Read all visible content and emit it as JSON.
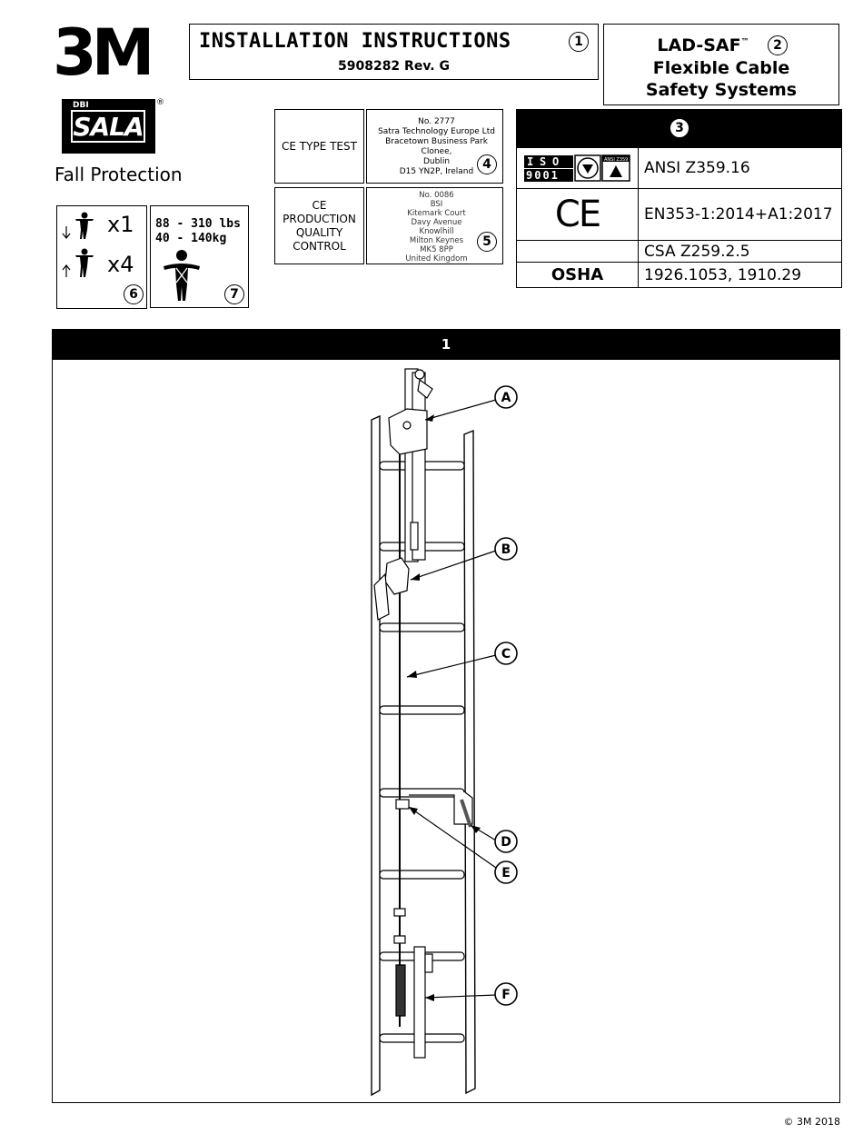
{
  "brand": {
    "logo": "3M",
    "sub_brand_small": "DBI",
    "sub_brand": "SALA",
    "registered_mark": "®",
    "tagline": "Fall Protection"
  },
  "title_box": {
    "title": "INSTALLATION INSTRUCTIONS",
    "number": "1",
    "doc_number": "5908282 Rev. G"
  },
  "product_box": {
    "line1": "LAD-SAF",
    "trademark": "™",
    "number": "2",
    "line2": "Flexible Cable",
    "line3": "Safety Systems"
  },
  "ce_type_test": {
    "label": "CE TYPE TEST",
    "address": [
      "No. 2777",
      "Satra Technology Europe Ltd",
      "Bracetown Business Park",
      "Clonee,",
      "Dublin",
      "D15 YN2P, Ireland"
    ],
    "number": "4"
  },
  "ce_production": {
    "label": [
      "CE",
      "PRODUCTION",
      "QUALITY",
      "CONTROL"
    ],
    "address": [
      "No. 0086",
      "BSI",
      "Kitemark Court",
      "Davy Avenue",
      "Knowlhill",
      "Milton Keynes",
      "MK5 8PP",
      "United Kingdom"
    ],
    "number": "5"
  },
  "standards": {
    "number": "3",
    "iso_text": [
      "I",
      "S",
      "O",
      "9001"
    ],
    "ansi_badge": "ANSI Z359",
    "rows": [
      {
        "left_icon": "iso-9001-ansi-marks",
        "right": "ANSI Z359.16"
      },
      {
        "left_icon": "ce-mark",
        "ce": "CE",
        "right": "EN353-1:2014+A1:2017"
      },
      {
        "left_icon": "",
        "right": "CSA Z259.2.5"
      },
      {
        "left": "OSHA",
        "right": "1926.1053, 1910.29"
      }
    ]
  },
  "capacity_users": {
    "fall_users": "x1",
    "climb_users": "x4",
    "number": "6"
  },
  "capacity_weight": {
    "lbs": "88 - 310 lbs",
    "kg": "40 - 140kg",
    "number": "7"
  },
  "figure": {
    "number": "1",
    "callouts": [
      "A",
      "B",
      "C",
      "D",
      "E",
      "F"
    ]
  },
  "copyright": "© 3M 2018"
}
